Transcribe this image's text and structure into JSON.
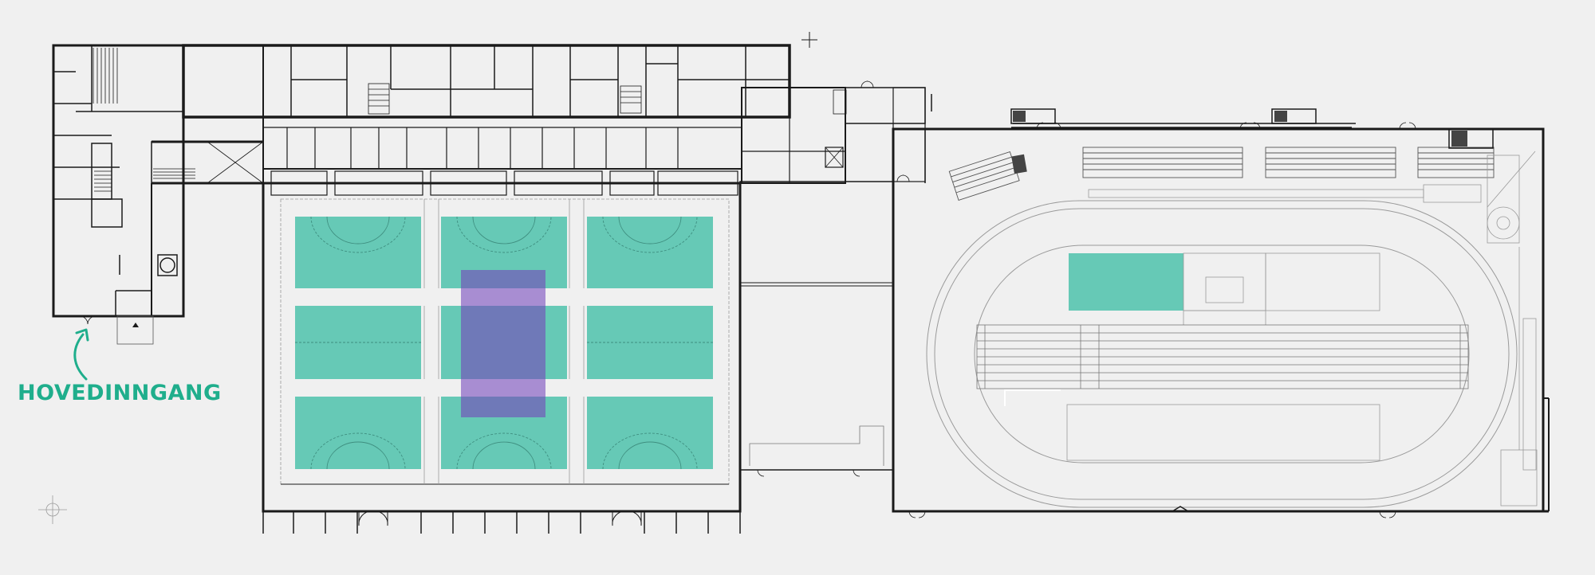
{
  "plan": {
    "entrance": {
      "label": "HOVEDINNGANG",
      "icon": "curved-arrow-up-icon"
    },
    "colors": {
      "background": "#f0f0f0",
      "wall": "#1a1a1a",
      "court": "#66c9b6",
      "court_highlight": "#6f79b8",
      "court_highlight_light": "#a88dd2",
      "accent_text": "#1fae8c",
      "thin_line": "#9a9a9a"
    },
    "areas": [
      {
        "id": "sports-hall",
        "courts": 3,
        "highlighted_court": 2
      },
      {
        "id": "athletics-hall",
        "track": "oval",
        "green_zone": 1
      }
    ]
  }
}
